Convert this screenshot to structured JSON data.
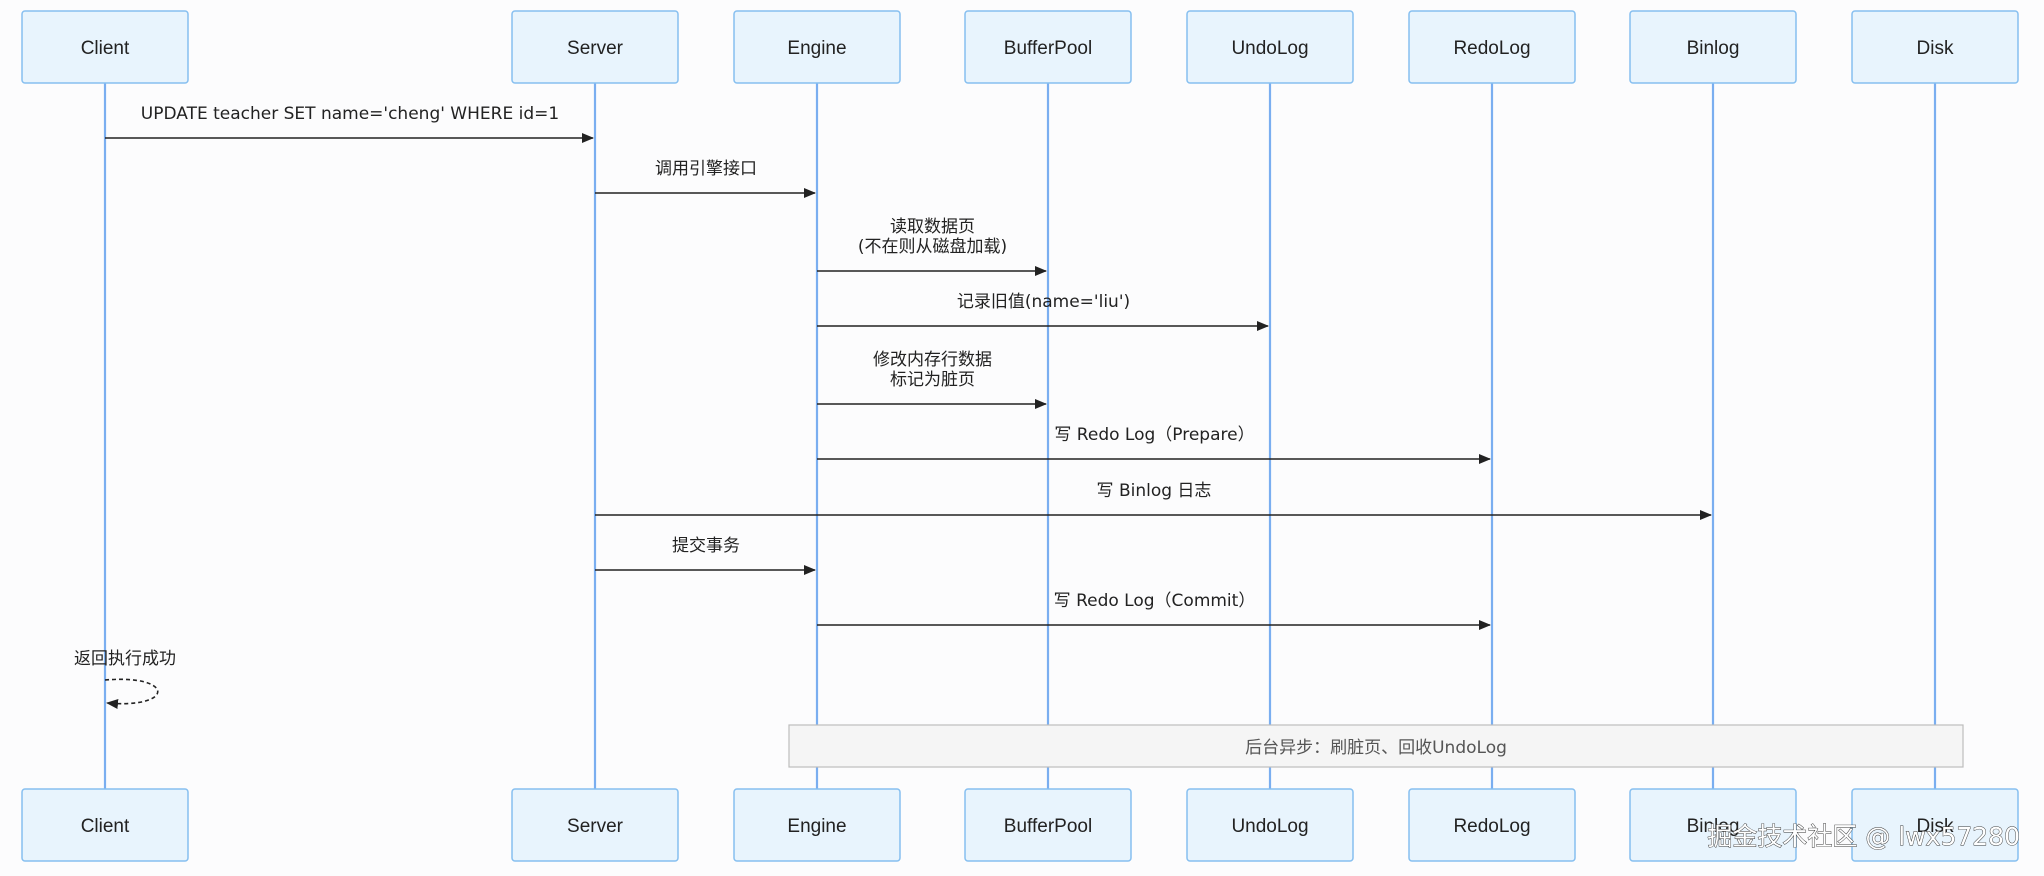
{
  "participants": [
    {
      "id": "client",
      "label": "Client"
    },
    {
      "id": "server",
      "label": "Server"
    },
    {
      "id": "engine",
      "label": "Engine"
    },
    {
      "id": "bufferpool",
      "label": "BufferPool"
    },
    {
      "id": "undolog",
      "label": "UndoLog"
    },
    {
      "id": "redolog",
      "label": "RedoLog"
    },
    {
      "id": "binlog",
      "label": "Binlog"
    },
    {
      "id": "disk",
      "label": "Disk"
    }
  ],
  "messages": [
    {
      "from": "client",
      "to": "server",
      "lines": [
        "UPDATE teacher SET name='cheng' WHERE id=1"
      ],
      "style": "solid"
    },
    {
      "from": "server",
      "to": "engine",
      "lines": [
        "调用引擎接口"
      ],
      "style": "solid"
    },
    {
      "from": "engine",
      "to": "bufferpool",
      "lines": [
        "读取数据页",
        "(不在则从磁盘加载)"
      ],
      "style": "solid"
    },
    {
      "from": "engine",
      "to": "undolog",
      "lines": [
        "记录旧值(name='liu')"
      ],
      "style": "solid"
    },
    {
      "from": "engine",
      "to": "bufferpool",
      "lines": [
        "修改内存行数据",
        "标记为脏页"
      ],
      "style": "solid"
    },
    {
      "from": "engine",
      "to": "redolog",
      "lines": [
        "写 Redo Log（Prepare）"
      ],
      "style": "solid"
    },
    {
      "from": "server",
      "to": "binlog",
      "lines": [
        "写 Binlog 日志"
      ],
      "style": "solid"
    },
    {
      "from": "server",
      "to": "engine",
      "lines": [
        "提交事务"
      ],
      "style": "solid"
    },
    {
      "from": "engine",
      "to": "redolog",
      "lines": [
        "写 Redo Log（Commit）"
      ],
      "style": "solid"
    },
    {
      "from": "client",
      "to": "client",
      "lines": [
        "返回执行成功"
      ],
      "style": "dashed"
    }
  ],
  "note": {
    "text": "后台异步：刷脏页、回收UndoLog",
    "over": [
      "engine",
      "disk"
    ]
  },
  "watermark": "掘金技术社区 @ lwx57280"
}
